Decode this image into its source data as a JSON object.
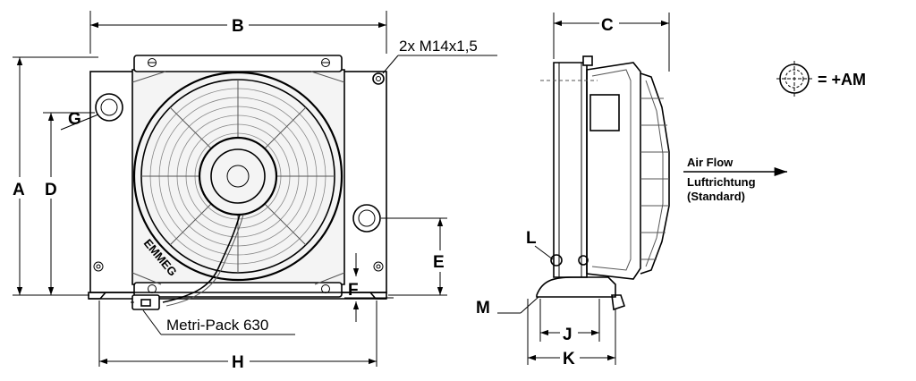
{
  "dimensions": {
    "A": "A",
    "B": "B",
    "C": "C",
    "D": "D",
    "E": "E",
    "F": "F",
    "G": "G",
    "H": "H",
    "J": "J",
    "K": "K",
    "L": "L",
    "M": "M"
  },
  "callouts": {
    "thread": "2x M14x1,5",
    "connector": "Metri-Pack 630"
  },
  "airflow": {
    "line1": "Air Flow",
    "line2": "Luftrichtung",
    "line3": "(Standard)"
  },
  "legend": {
    "am_label": "= +AM"
  },
  "fan_brand": "EMMEG"
}
